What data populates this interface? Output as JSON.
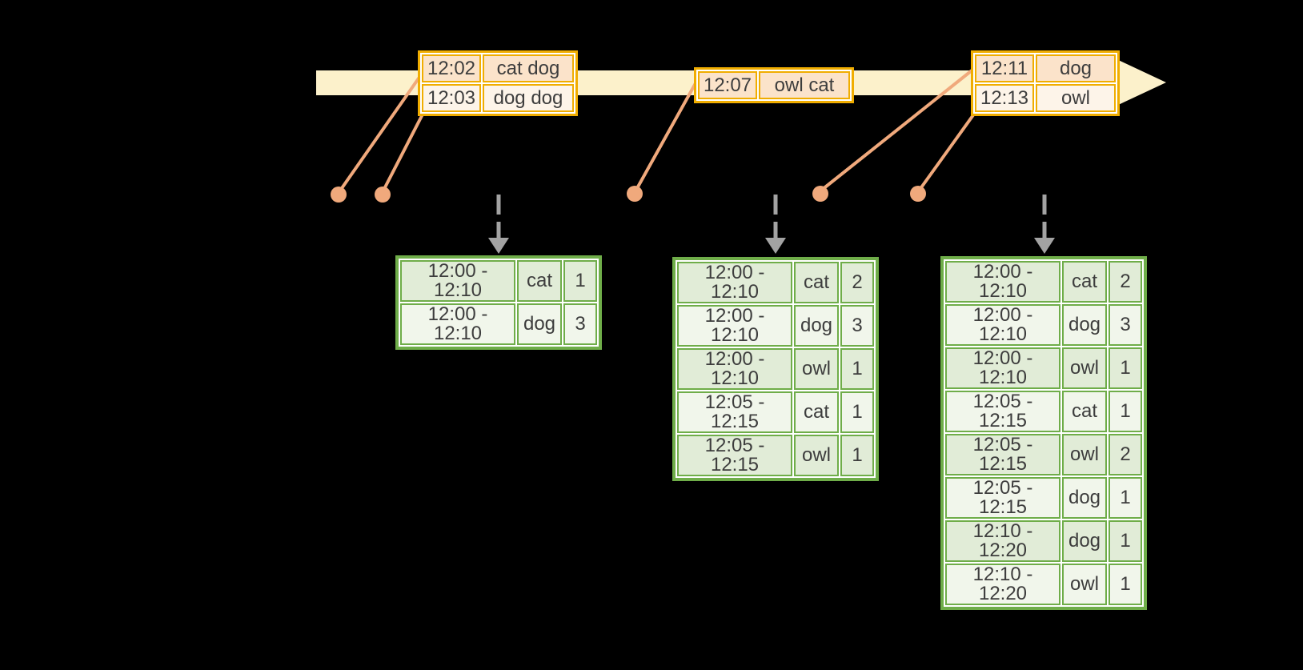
{
  "colors": {
    "background": "#000000",
    "timeline_fill": "#fcf1cb",
    "event_table_border": "#f0ad00",
    "event_row_dark": "#fbe3ca",
    "event_row_light": "#fdf4e9",
    "result_table_border": "#6fad49",
    "result_row_dark": "#e1ecd7",
    "result_row_light": "#f1f6eb",
    "dot_color": "#f0a97c",
    "connector_color": "#f0a97c",
    "dashed_arrow_color": "#a3a3a3",
    "text_color": "#3d3d3d"
  },
  "event_tables": [
    {
      "rows": [
        {
          "time": "12:02",
          "words": "cat dog"
        },
        {
          "time": "12:03",
          "words": "dog dog"
        }
      ]
    },
    {
      "rows": [
        {
          "time": "12:07",
          "words": "owl cat"
        }
      ]
    },
    {
      "rows": [
        {
          "time": "12:11",
          "words": "dog"
        },
        {
          "time": "12:13",
          "words": "owl"
        }
      ]
    }
  ],
  "result_tables": [
    {
      "rows": [
        {
          "window": "12:00 - 12:10",
          "word": "cat",
          "count": "1"
        },
        {
          "window": "12:00 - 12:10",
          "word": "dog",
          "count": "3"
        }
      ]
    },
    {
      "rows": [
        {
          "window": "12:00 - 12:10",
          "word": "cat",
          "count": "2"
        },
        {
          "window": "12:00 - 12:10",
          "word": "dog",
          "count": "3"
        },
        {
          "window": "12:00 - 12:10",
          "word": "owl",
          "count": "1"
        },
        {
          "window": "12:05 - 12:15",
          "word": "cat",
          "count": "1"
        },
        {
          "window": "12:05 - 12:15",
          "word": "owl",
          "count": "1"
        }
      ]
    },
    {
      "rows": [
        {
          "window": "12:00 - 12:10",
          "word": "cat",
          "count": "2"
        },
        {
          "window": "12:00 - 12:10",
          "word": "dog",
          "count": "3"
        },
        {
          "window": "12:00 - 12:10",
          "word": "owl",
          "count": "1"
        },
        {
          "window": "12:05 - 12:15",
          "word": "cat",
          "count": "1"
        },
        {
          "window": "12:05 - 12:15",
          "word": "owl",
          "count": "2"
        },
        {
          "window": "12:05 - 12:15",
          "word": "dog",
          "count": "1"
        },
        {
          "window": "12:10 - 12:20",
          "word": "dog",
          "count": "1"
        },
        {
          "window": "12:10 - 12:20",
          "word": "owl",
          "count": "1"
        }
      ]
    }
  ]
}
